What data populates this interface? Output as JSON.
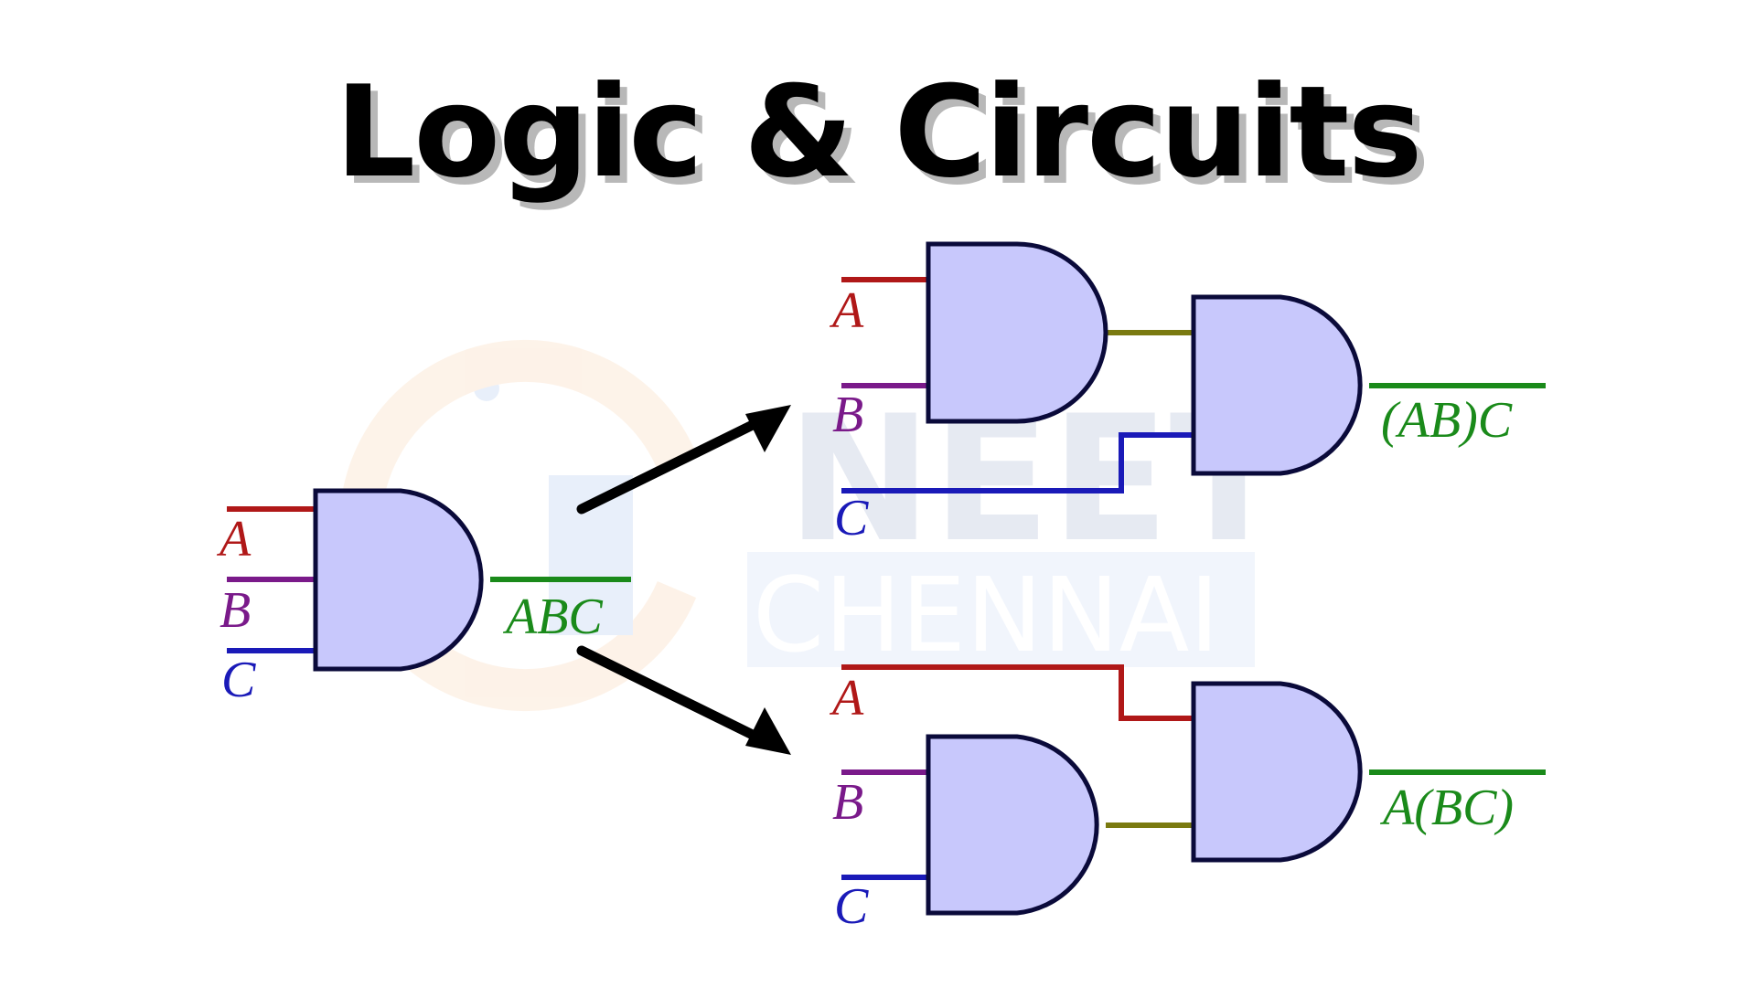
{
  "title": "Logic & Circuits",
  "watermark": {
    "line1": "NEET",
    "line2": "CHENNAI"
  },
  "gate_fill": "#c8c8fc",
  "gate_stroke": "#0a0a3a",
  "colors": {
    "A": "#b01818",
    "B": "#7a1a8a",
    "C": "#1a1ab8",
    "output": "#1a8a1a",
    "intermediate": "#7a7a10",
    "arrow": "#000000"
  },
  "left_circuit": {
    "inputs": [
      "A",
      "B",
      "C"
    ],
    "output": "ABC"
  },
  "top_right_circuit": {
    "inputs": [
      "A",
      "B",
      "C"
    ],
    "output": "(AB)C"
  },
  "bottom_right_circuit": {
    "inputs": [
      "A",
      "B",
      "C"
    ],
    "output": "A(BC)"
  }
}
